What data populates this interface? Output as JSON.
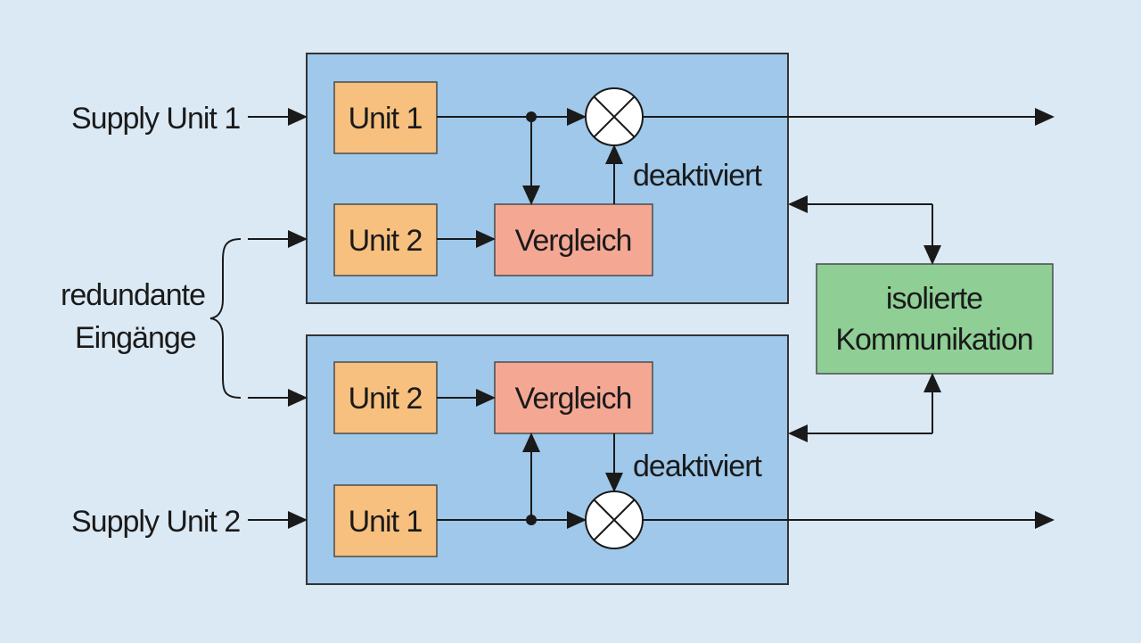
{
  "background_color": "#dbe9f4",
  "colors": {
    "panel": "#9fc8ea",
    "unit_box": "#f7c07e",
    "compare_box": "#f4a894",
    "communication_box": "#8fcf95"
  },
  "inputs": {
    "supply_unit_1": "Supply Unit 1",
    "supply_unit_2": "Supply Unit 2",
    "redundant_line1": "redundante",
    "redundant_line2": "Eingänge"
  },
  "upper_module": {
    "unit_top": "Unit 1",
    "unit_bottom": "Unit 2",
    "compare": "Vergleich",
    "deactivated": "deaktiviert"
  },
  "lower_module": {
    "unit_top": "Unit 2",
    "unit_bottom": "Unit 1",
    "compare": "Vergleich",
    "deactivated": "deaktiviert"
  },
  "communication": {
    "line1": "isolierte",
    "line2": "Kommunikation"
  }
}
